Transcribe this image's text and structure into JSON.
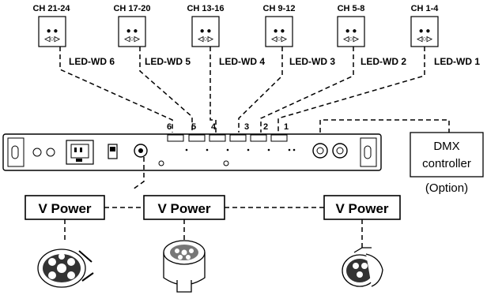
{
  "channels": [
    "CH 21-24",
    "CH 17-20",
    "CH 13-16",
    "CH 9-12",
    "CH 5-8",
    "CH 1-4"
  ],
  "drivers": [
    "LED-WD 6",
    "LED-WD 5",
    "LED-WD 4",
    "LED-WD 3",
    "LED-WD 2",
    "LED-WD 1"
  ],
  "ports": [
    "6",
    "5",
    "4",
    "3",
    "2",
    "1"
  ],
  "dmx_controller": {
    "line1": "DMX",
    "line2": "controller",
    "note": "(Option)"
  },
  "power_supplies": [
    "V Power",
    "V Power",
    "V Power"
  ]
}
